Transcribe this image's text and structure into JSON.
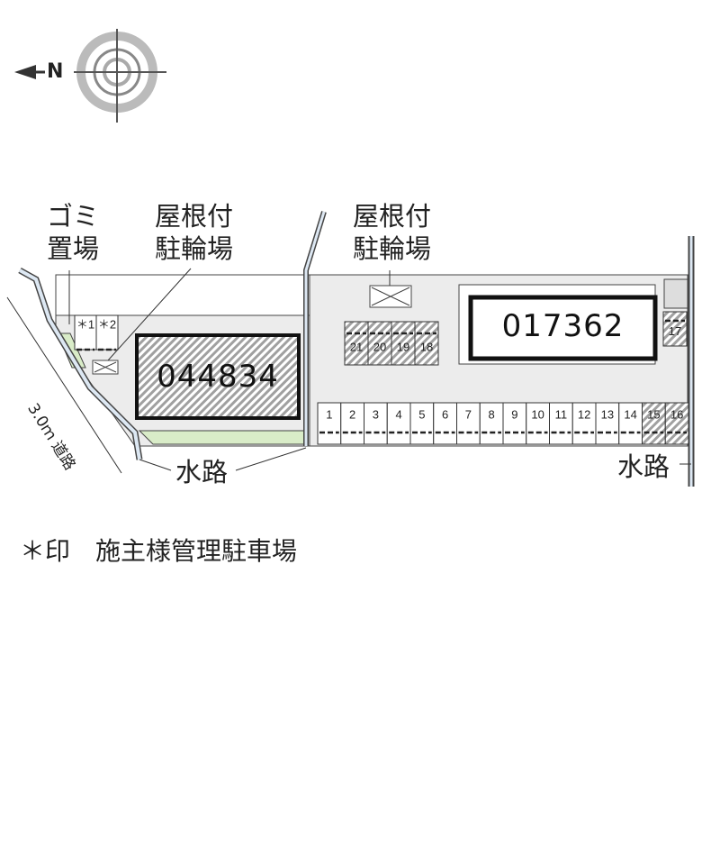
{
  "compass": {
    "north_label": "N"
  },
  "labels": {
    "garbage": [
      "ゴミ",
      "置場"
    ],
    "bike_left": [
      "屋根付",
      "駐輪場"
    ],
    "bike_right": [
      "屋根付",
      "駐輪場"
    ],
    "waterway_left": "水路",
    "waterway_right": "水路",
    "road": "3.0ｍ 道路",
    "legend": "＊印　施主様管理駐車場"
  },
  "buildings": [
    {
      "id": "044834"
    },
    {
      "id": "017362"
    }
  ],
  "owner_spaces": [
    "＊1",
    "＊2"
  ],
  "parking_row": [
    "1",
    "2",
    "3",
    "4",
    "5",
    "6",
    "7",
    "8",
    "9",
    "10",
    "11",
    "12",
    "13",
    "14",
    "15",
    "16"
  ],
  "parking_hatched": [
    "15",
    "16",
    "17",
    "18",
    "19",
    "20",
    "21"
  ],
  "parking_block": [
    "21",
    "20",
    "19",
    "18"
  ],
  "parking_single": "17",
  "colors": {
    "lot": "#ececec",
    "green": "#d9ecc8",
    "water": "#dde8f3",
    "hatch": "#9a9a9a"
  }
}
